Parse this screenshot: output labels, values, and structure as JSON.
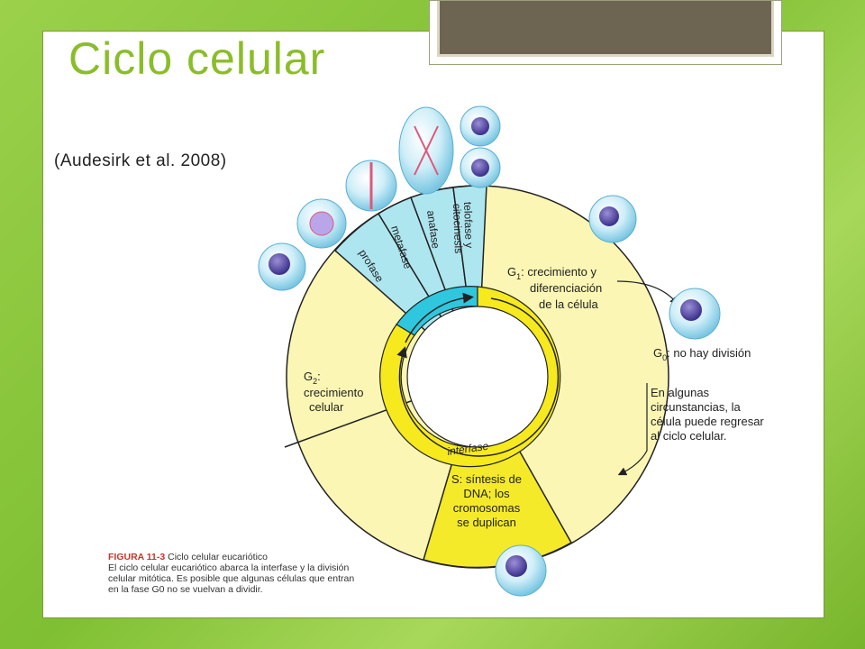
{
  "slide": {
    "title": "Ciclo celular",
    "citation": "(Audesirk et al. 2008)"
  },
  "diagram": {
    "mitosis_phases": [
      "profase",
      "metafase",
      "anafase",
      "telofase y",
      "citocinesis"
    ],
    "g1": {
      "label": "G",
      "sub": "1",
      "text_line1": ": crecimiento y",
      "text_line2": "diferenciación",
      "text_line3": "de la célula"
    },
    "g2": {
      "label": "G",
      "sub": "2",
      "suffix": ":",
      "text_line1": "crecimiento",
      "text_line2": "celular"
    },
    "s": {
      "line1": "S: síntesis de",
      "line2": "DNA; los",
      "line3": "cromosomas",
      "line4": "se duplican"
    },
    "interfase": "interfase",
    "g0": {
      "label": "G",
      "sub": "0",
      "text": ": no hay división"
    },
    "g0_note": [
      "En algunas",
      "circunstancias, la",
      "célula puede regresar",
      "al ciclo celular."
    ],
    "colors": {
      "outer_ring": "#fbf6b4",
      "s_sector": "#f5ea2a",
      "mitosis": "#aee6f0",
      "inner_band": "#2ec7de",
      "inner_yellow": "#f6e91e",
      "outline": "#222222"
    }
  },
  "caption": {
    "figure_label": "FIGURA 11-3",
    "figure_title": " Ciclo celular eucariótico",
    "line1": "El ciclo celular eucariótico abarca la interfase y la división",
    "line2": "celular mitótica. Es posible que algunas células que entran",
    "line3": "en la fase G0 no se vuelvan a dividir."
  }
}
